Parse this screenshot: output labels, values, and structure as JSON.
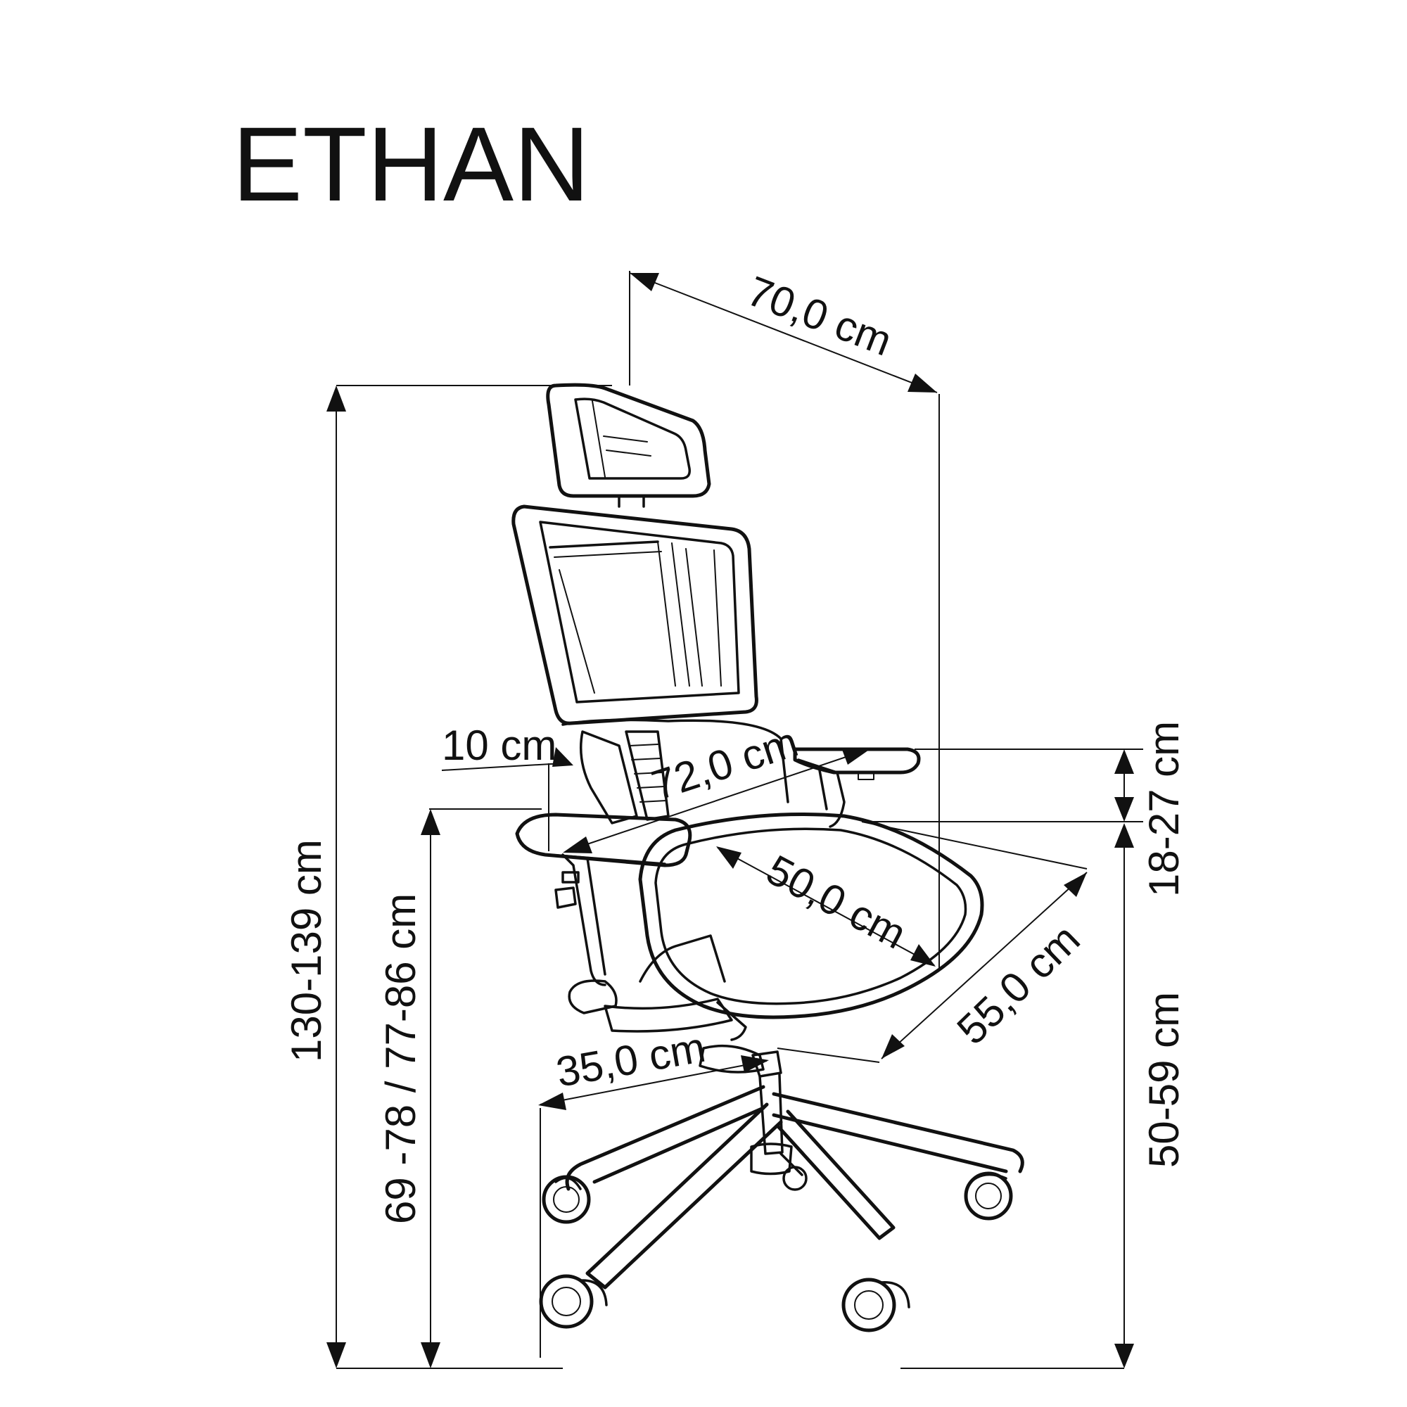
{
  "title": "ETHAN",
  "dimensions": {
    "total_height": "130-139 cm",
    "armrest_height": "69 -78 / 77-86 cm",
    "total_depth": "70,0 cm",
    "width_between_armrests": "72,0 cm",
    "armrest_offset": "10 cm",
    "seat_width": "50,0 cm",
    "seat_depth": "55,0 cm",
    "base_radius": "35,0 cm",
    "armrest_above_seat": "18-27 cm",
    "seat_height": "50-59 cm"
  }
}
